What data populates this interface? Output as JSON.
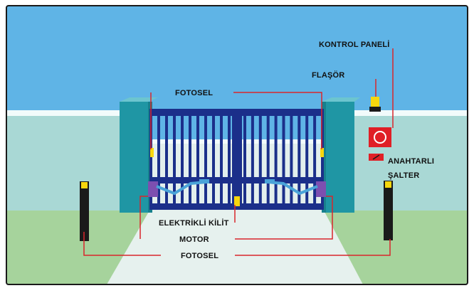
{
  "labels": {
    "kontrol_paneli": "KONTROL PANELİ",
    "flasor": "FLAŞÖR",
    "fotosel_top": "FOTOSEL",
    "anahtarli": "ANAHTARLI",
    "salter": "ŞALTER",
    "elektrikli_kilit": "ELEKTRİKLİ KİLİT",
    "motor": "MOTOR",
    "fotosel_bottom": "FOTOSEL"
  },
  "colors": {
    "sky": "#5fb4e6",
    "wall": "#a9d8d5",
    "wall_top": "#f2fbfb",
    "ground": "#a6d39c",
    "pillar": "#1f96a4",
    "pillar_side": "#17808c",
    "gate": "#1b2f8a",
    "leader": "#d9262b",
    "panel": "#e01f26",
    "flasher": "#f7d70d",
    "photocell_post": "#1a1a1a",
    "frame": "#1a1a1a"
  }
}
